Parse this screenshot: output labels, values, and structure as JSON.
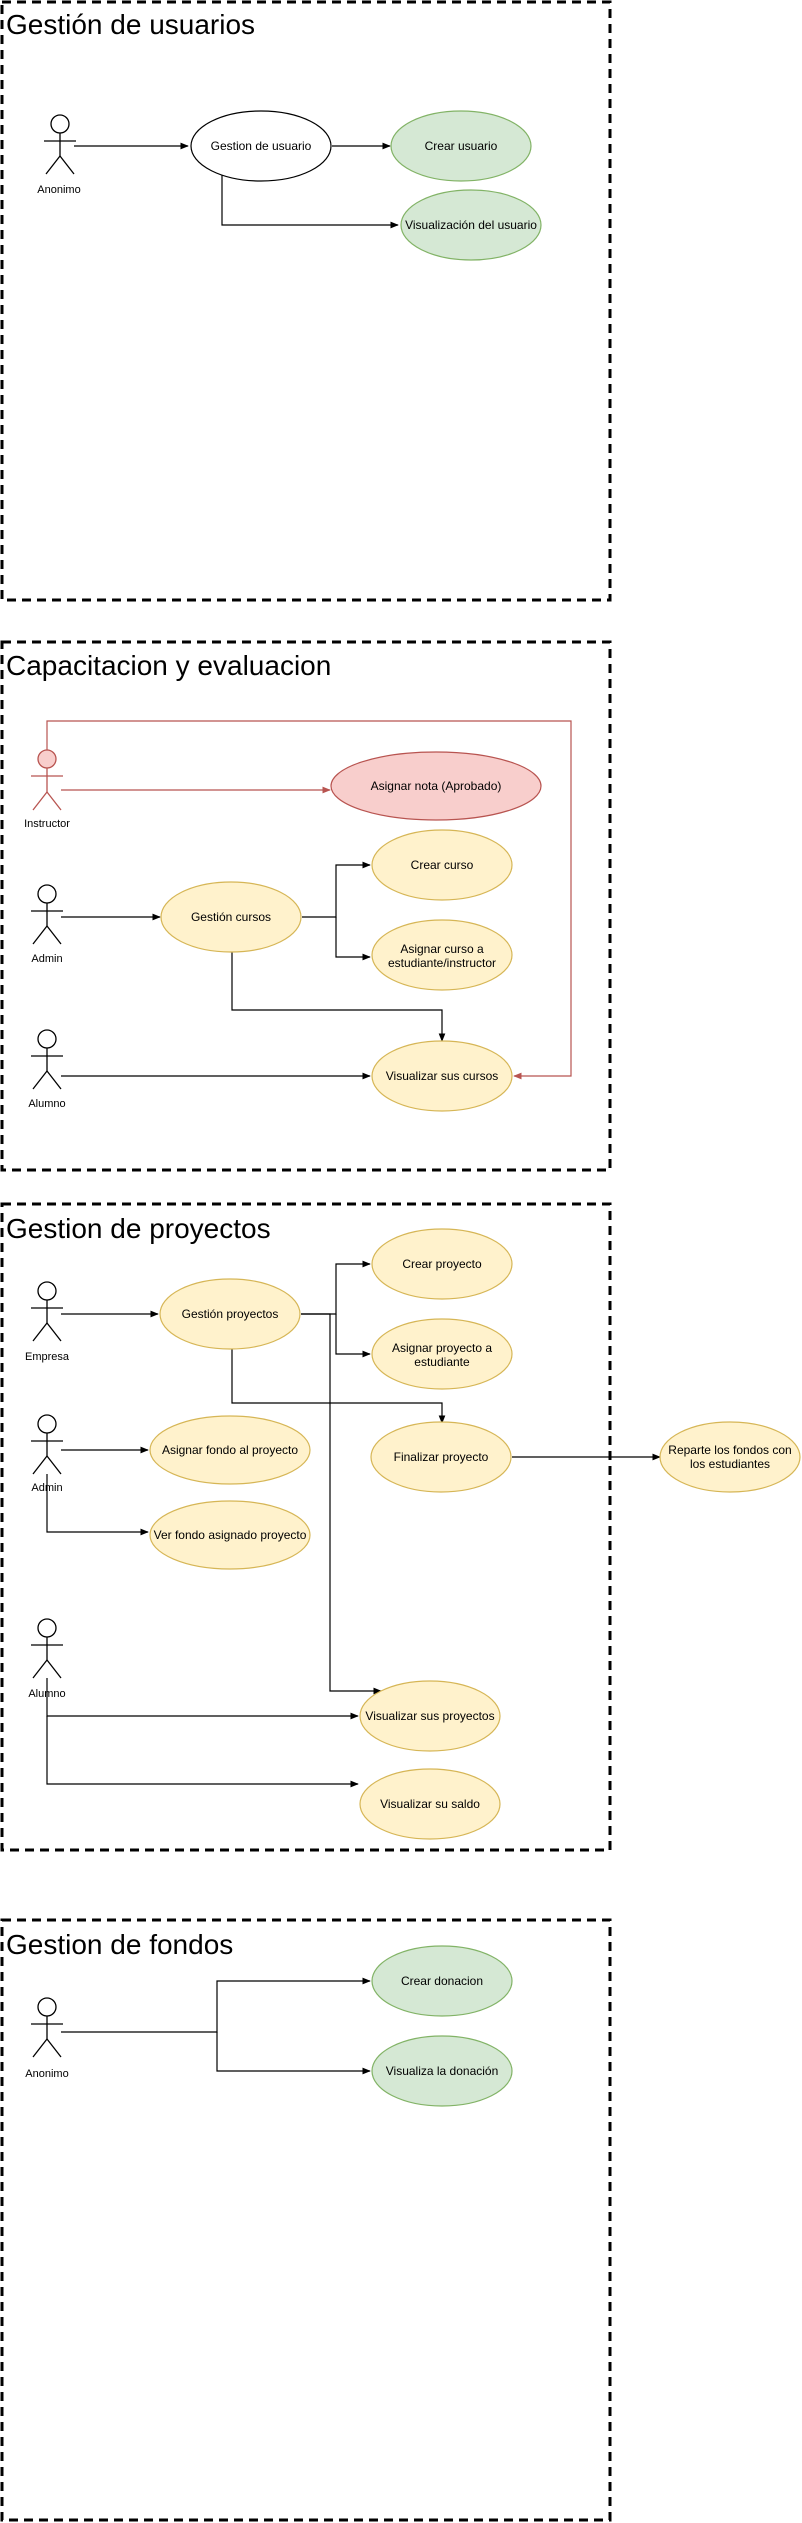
{
  "colors": {
    "green_fill": "#d5e8d4",
    "green_stroke": "#82b366",
    "yellow_fill": "#fff2cc",
    "yellow_stroke": "#d6b656",
    "red_fill": "#f8cecc",
    "red_stroke": "#b85450",
    "white_fill": "#ffffff",
    "black_stroke": "#000000"
  },
  "sections": {
    "usuarios": {
      "title": "Gestión de usuarios",
      "actors": {
        "anonimo": "Anonimo"
      },
      "usecases": {
        "gestion": "Gestion de usuario",
        "crear": "Crear  usuario",
        "visualizacion": "Visualización del usuario"
      }
    },
    "capacitacion": {
      "title": "Capacitacion y evaluacion",
      "actors": {
        "instructor": "Instructor",
        "admin": "Admin",
        "alumno": "Alumno"
      },
      "usecases": {
        "asignar_nota": "Asignar nota (Aprobado)",
        "gestion_cursos": "Gestión cursos",
        "crear_curso": "Crear curso",
        "asignar_curso": [
          "Asignar curso a",
          "estudiante/instructor"
        ],
        "visualizar_cursos": "Visualizar sus cursos"
      }
    },
    "proyectos": {
      "title": "Gestion de proyectos",
      "actors": {
        "empresa": "Empresa",
        "admin": "Admin",
        "alumno": "Alumno"
      },
      "usecases": {
        "gestion_proyectos": "Gestión proyectos",
        "crear_proyecto": "Crear proyecto",
        "asignar_proyecto": [
          "Asignar proyecto a",
          "estudiante"
        ],
        "finalizar_proyecto": "Finalizar proyecto",
        "reparte_fondos": [
          "Reparte los fondos con",
          "los estudiantes"
        ],
        "asignar_fondo": "Asignar fondo al proyecto",
        "ver_fondo": "Ver fondo asignado proyecto",
        "visualizar_proyectos": "Visualizar sus proyectos",
        "visualizar_saldo": "Visualizar su saldo"
      }
    },
    "fondos": {
      "title": "Gestion de fondos",
      "actors": {
        "anonimo": "Anonimo"
      },
      "usecases": {
        "crear_donacion": "Crear donacion",
        "visualiza_donacion": "Visualiza la donación"
      }
    }
  }
}
